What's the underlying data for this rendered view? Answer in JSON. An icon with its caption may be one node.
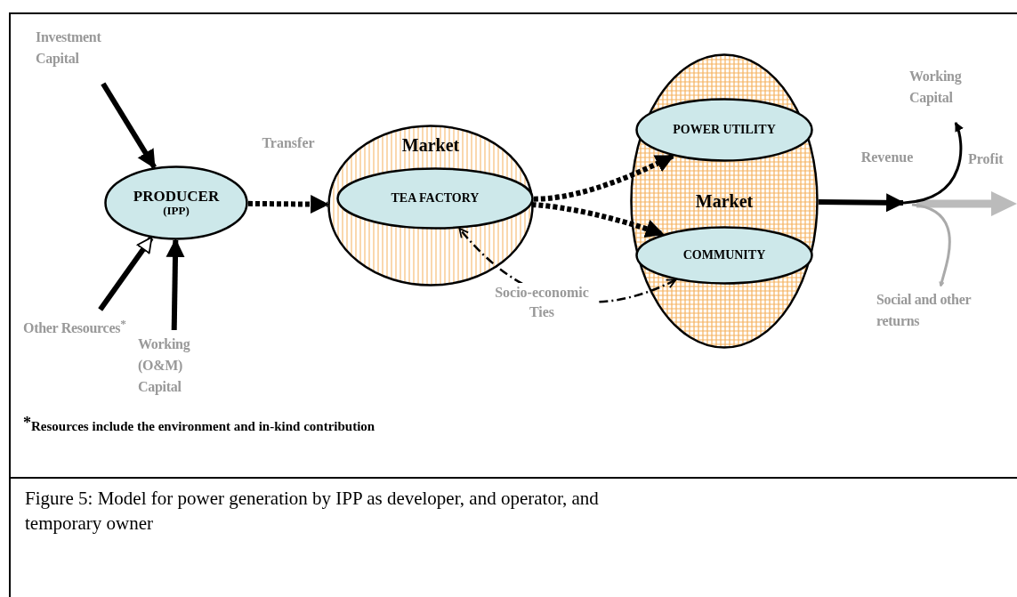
{
  "diagram": {
    "caption": "Figure 5: Model for power generation by IPP as developer, and operator, and temporary owner",
    "nodes": [
      {
        "text": [
          "Investment Capital"
        ]
      },
      {
        "text": [
          "PRODUCER",
          "(IPP)"
        ]
      },
      {
        "text": [
          "Other Resources$^{*}$"
        ]
      },
      {
        "text": [
          "Working (O&M) Capital"
        ]
      },
      {
        "text": [
          "Market"
        ]
      },
      {
        "text": [
          "TEA FACTORY"
        ],
        "in": 4
      },
      {
        "text": [
          "Market"
        ]
      },
      {
        "text": [
          "POWER UTILITY"
        ],
        "in": 6
      },
      {
        "text": [
          "COMMUNITY"
        ],
        "in": 6
      },
      {
        "text": [
          "Working Capital"
        ]
      },
      {
        "text": [
          "Social and other returns"
        ]
      }
    ],
    "edges": [
      {
        "from": 0,
        "to": 1,
        "arrow": "to"
      },
      {
        "from": 2,
        "to": 1,
        "arrow": "to"
      },
      {
        "from": 3,
        "to": 1,
        "arrow": "to"
      },
      {
        "from": 1,
        "to": 4,
        "arrow": "to",
        "label": "Transfer",
        "style": "dashed"
      },
      {
        "from": 5,
        "to": 7,
        "arrow": "to",
        "style": "dashed"
      },
      {
        "from": 5,
        "to": 8,
        "arrow": "to",
        "style": "dashed"
      },
      {
        "from": 8,
        "to": 5,
        "arrow": "both",
        "label": "Socio-economic Ties",
        "style": "dashed"
      },
      {
        "from": 6,
        "to": null,
        "arrow": "to",
        "label": "Revenue"
      },
      {
        "from": null,
        "to": 9,
        "arrow": "to"
      },
      {
        "from": null,
        "to": 10,
        "arrow": "to",
        "color": "#aaaaaa"
      }
    ],
    "labels": [
      "Profit",
      "$^{*}$Resources include the environment and in-kind contribution"
    ]
  }
}
